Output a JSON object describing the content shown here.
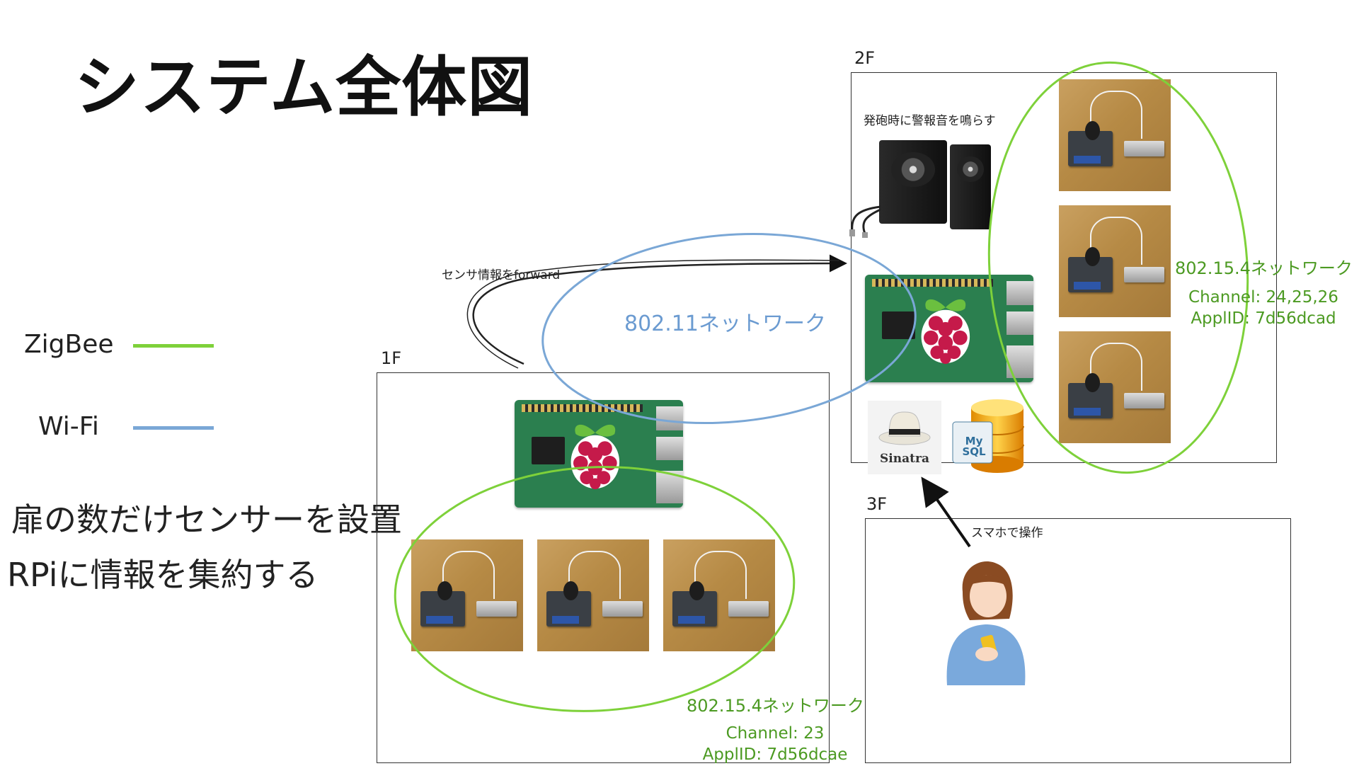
{
  "title": "システム全体図",
  "legend": [
    {
      "label": "ZigBee",
      "color": "#7ed13a"
    },
    {
      "label": "Wi-Fi",
      "color": "#7aa7d6"
    }
  ],
  "description": [
    "扉の数だけセンサーを設置",
    "RPiに情報を集約する"
  ],
  "floors": {
    "f1": {
      "label": "1F",
      "network": {
        "name": "802.15.4ネットワーク",
        "channel": "Channel: 23",
        "appid": "ApplID: 7d56dcae"
      }
    },
    "f2": {
      "label": "2F",
      "speaker_note": "発砲時に警報音を鳴らす",
      "network": {
        "name": "802.15.4ネットワーク",
        "channel": "Channel: 24,25,26",
        "appid": "ApplID: 7d56dcad"
      }
    },
    "f3": {
      "label": "3F",
      "phone_note": "スマホで操作"
    }
  },
  "wifi": {
    "name": "802.11ネットワーク"
  },
  "forward_note": "センサ情報をforward",
  "sinatra_label": "Sinatra",
  "mysql_label": "My SQL"
}
